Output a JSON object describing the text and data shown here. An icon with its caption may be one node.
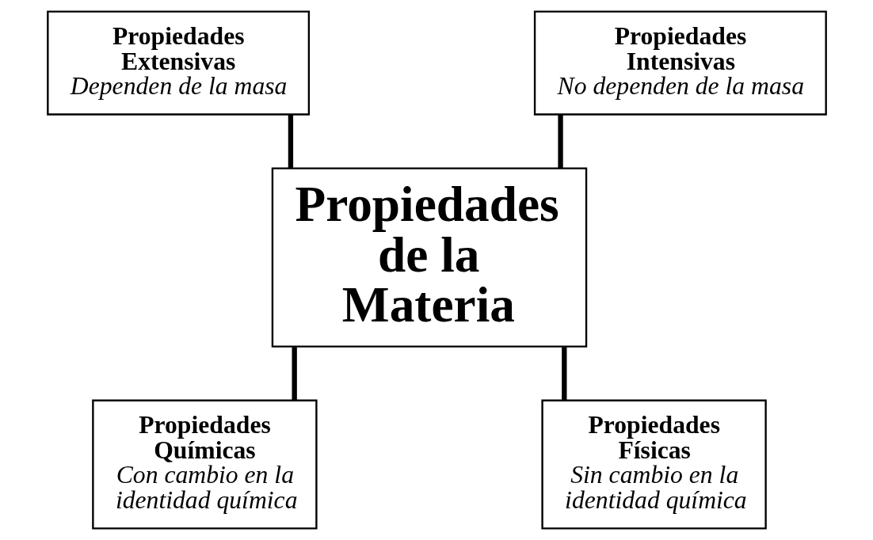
{
  "diagram": {
    "nodes": [
      {
        "text": [
          "Propiedades Extensivas",
          "Dependen de la masa"
        ]
      },
      {
        "text": [
          "Propiedades Intensivas",
          "No dependen de la masa"
        ]
      },
      {
        "text": [
          "Propiedades de la Materia"
        ]
      },
      {
        "text": [
          "Propiedades Químicas",
          "Con cambio en la identidad química"
        ]
      },
      {
        "text": [
          "Propiedades Físicas",
          "Sin cambio en la identidad química"
        ]
      }
    ],
    "edges": [
      {
        "from": 0,
        "to": 2,
        "arrow": "none"
      },
      {
        "from": 1,
        "to": 2,
        "arrow": "none"
      },
      {
        "from": 2,
        "to": 3,
        "arrow": "none"
      },
      {
        "from": 2,
        "to": 4,
        "arrow": "none"
      }
    ]
  }
}
